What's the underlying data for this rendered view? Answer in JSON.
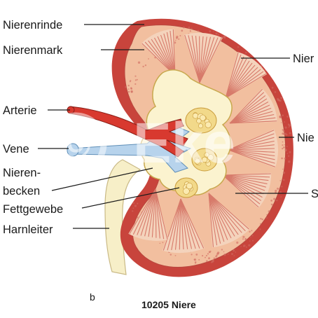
{
  "labels": {
    "nierenrinde": "Nierenrinde",
    "nierenmark": "Nierenmark",
    "arterie": "Arterie",
    "vene": "Vene",
    "nierenbecken_line1": "Nieren-",
    "nierenbecken_line2": "becken",
    "fettgewebe": "Fettgewebe",
    "harnleiter": "Harnleiter",
    "right_top": "Nier",
    "right_mid": "Nie",
    "right_bottom": "S"
  },
  "panel_letter": "b",
  "caption": "10205 Niere",
  "watermark": {
    "symbol": "©",
    "text": "Eke"
  },
  "colors": {
    "capsule": "#c8443c",
    "cortex": "#f2bf9f",
    "medulla": "#f4d3bc",
    "pyramid_stripes": "#d77a6a",
    "pelvis": "#fbf3cf",
    "fat": "#f2d98a",
    "artery": "#d8392f",
    "vein": "#b7d3ec",
    "ureter": "#f7efc8"
  }
}
